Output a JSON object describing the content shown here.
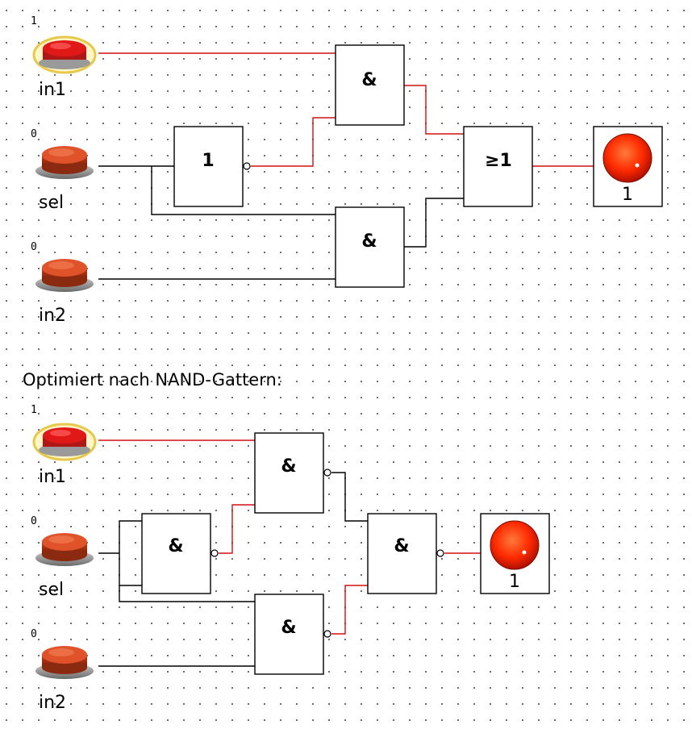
{
  "circuit1": {
    "inputs": [
      {
        "name": "in1",
        "value": "1"
      },
      {
        "name": "sel",
        "value": "0"
      },
      {
        "name": "in2",
        "value": "0"
      }
    ],
    "gates": {
      "not": "1",
      "and_top": "&",
      "and_bottom": "&",
      "or": "≥1"
    },
    "output": {
      "value": "1"
    }
  },
  "heading": "Optimiert nach NAND-Gattern:",
  "circuit2": {
    "inputs": [
      {
        "name": "in1",
        "value": "1"
      },
      {
        "name": "sel",
        "value": "0"
      },
      {
        "name": "in2",
        "value": "0"
      }
    ],
    "gates": {
      "nand_sel": "&",
      "nand_top": "&",
      "nand_bottom": "&",
      "nand_out": "&"
    },
    "output": {
      "value": "1"
    }
  },
  "colors": {
    "wire_high": "#d01010",
    "wire_low": "#000000",
    "lamp_on": "#ff2a00",
    "button_ring_active": "#e8c84a"
  }
}
